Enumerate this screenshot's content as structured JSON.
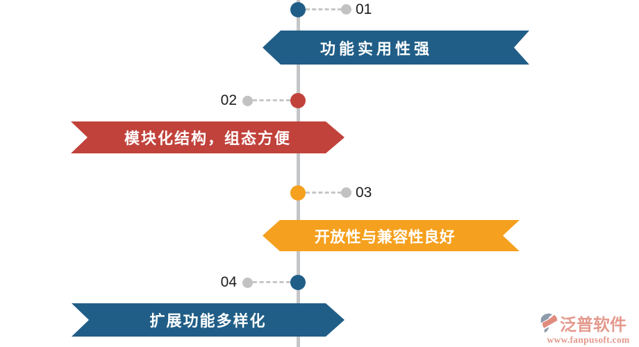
{
  "timeline": {
    "line_color": "#C4C5C7",
    "connector_color": "#C6C6C6",
    "marker_color": "#C2C2C2",
    "items": [
      {
        "number": "01",
        "label": "功能实用性强",
        "color": "#205E87",
        "side": "right"
      },
      {
        "number": "02",
        "label": "模块化结构，组态方便",
        "color": "#C1423B",
        "side": "left"
      },
      {
        "number": "03",
        "label": "开放性与兼容性良好",
        "color": "#F5A01E",
        "side": "right"
      },
      {
        "number": "04",
        "label": "扩展功能多样化",
        "color": "#205E87",
        "side": "left"
      }
    ]
  },
  "watermark": {
    "brand": "泛普软件",
    "url": "www.fanpusoft.com",
    "text_color": "#E29184",
    "logo_slate": "#8593A4",
    "logo_salmon": "#DD8273"
  }
}
